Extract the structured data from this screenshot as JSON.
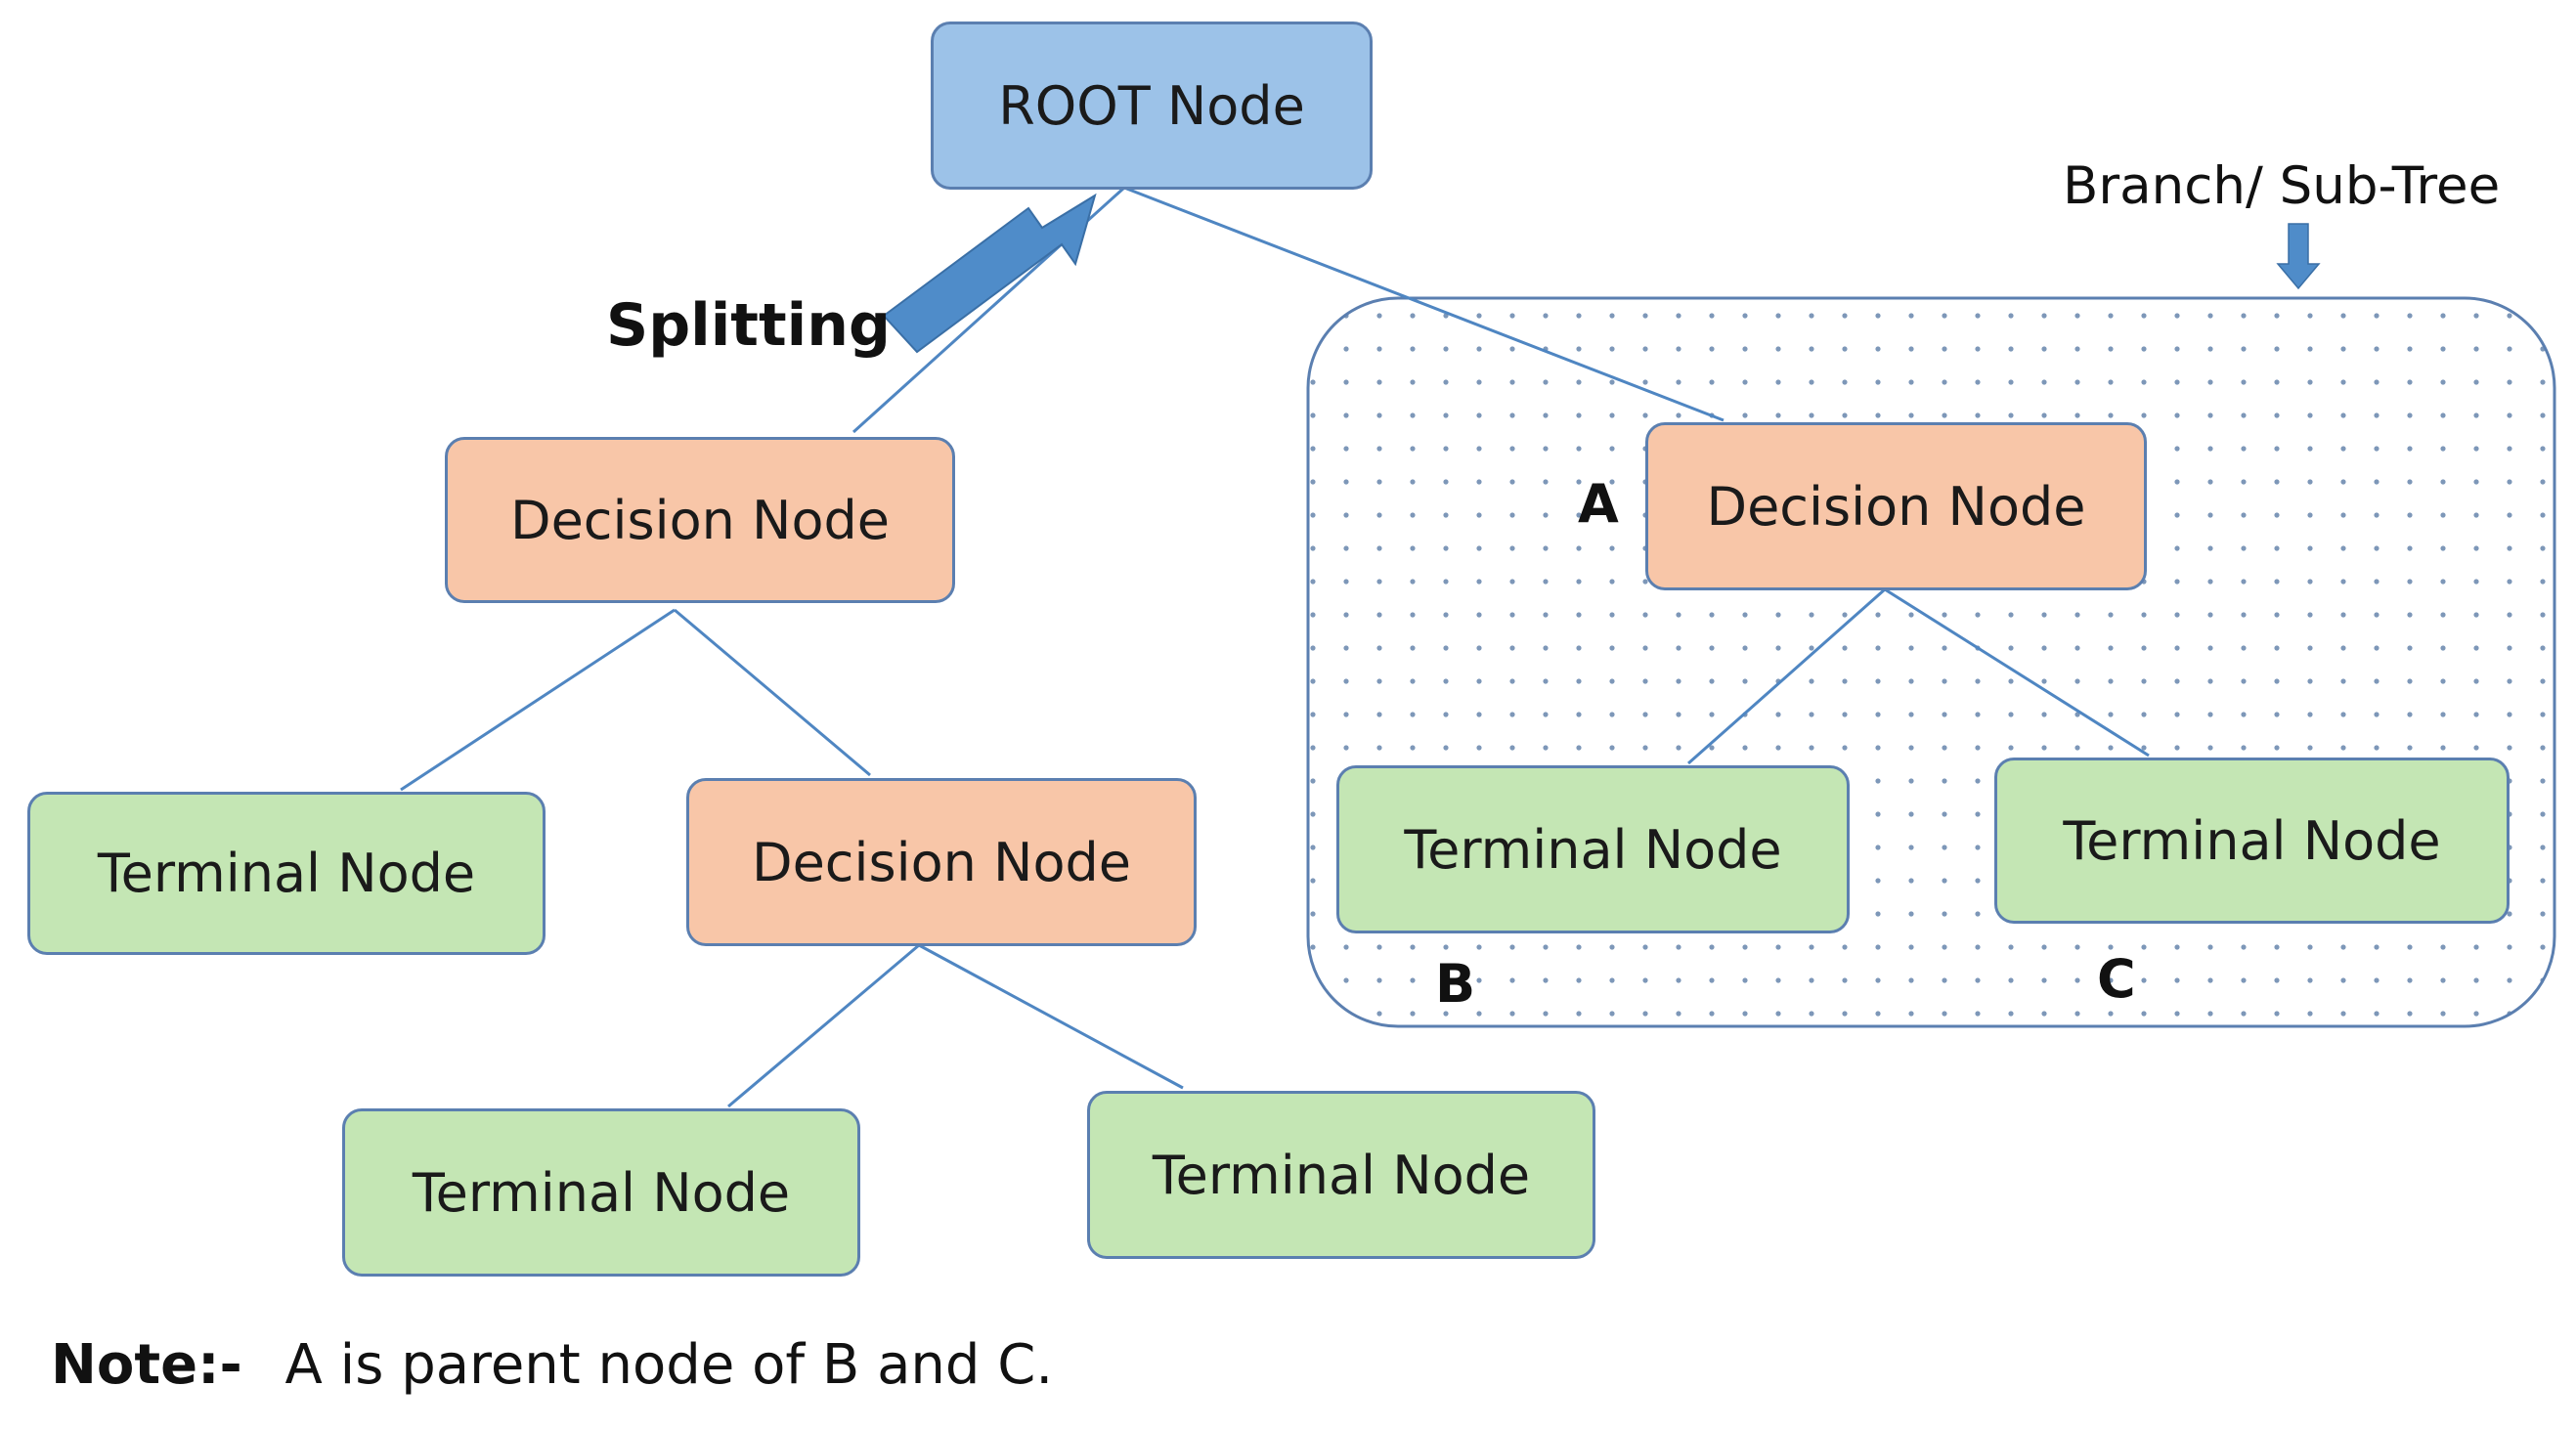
{
  "nodes": {
    "root": "ROOT Node",
    "decision_1": "Decision Node",
    "decision_2": "Decision Node",
    "decision_a": "Decision Node",
    "terminal_1": "Terminal Node",
    "terminal_2": "Terminal Node",
    "terminal_3": "Terminal Node",
    "terminal_b": "Terminal Node",
    "terminal_c": "Terminal Node"
  },
  "labels": {
    "splitting": "Splitting",
    "branch": "Branch/ Sub-Tree",
    "a": "A",
    "b": "B",
    "c": "C"
  },
  "note": {
    "prefix": "Note:-",
    "text": "A is parent node of B and C."
  },
  "colors": {
    "root_fill": "#9cc2e8",
    "decision_fill": "#f8c6a8",
    "terminal_fill": "#c4e6b4",
    "outline": "#5b7fb0",
    "arrow": "#4f8cc9"
  }
}
